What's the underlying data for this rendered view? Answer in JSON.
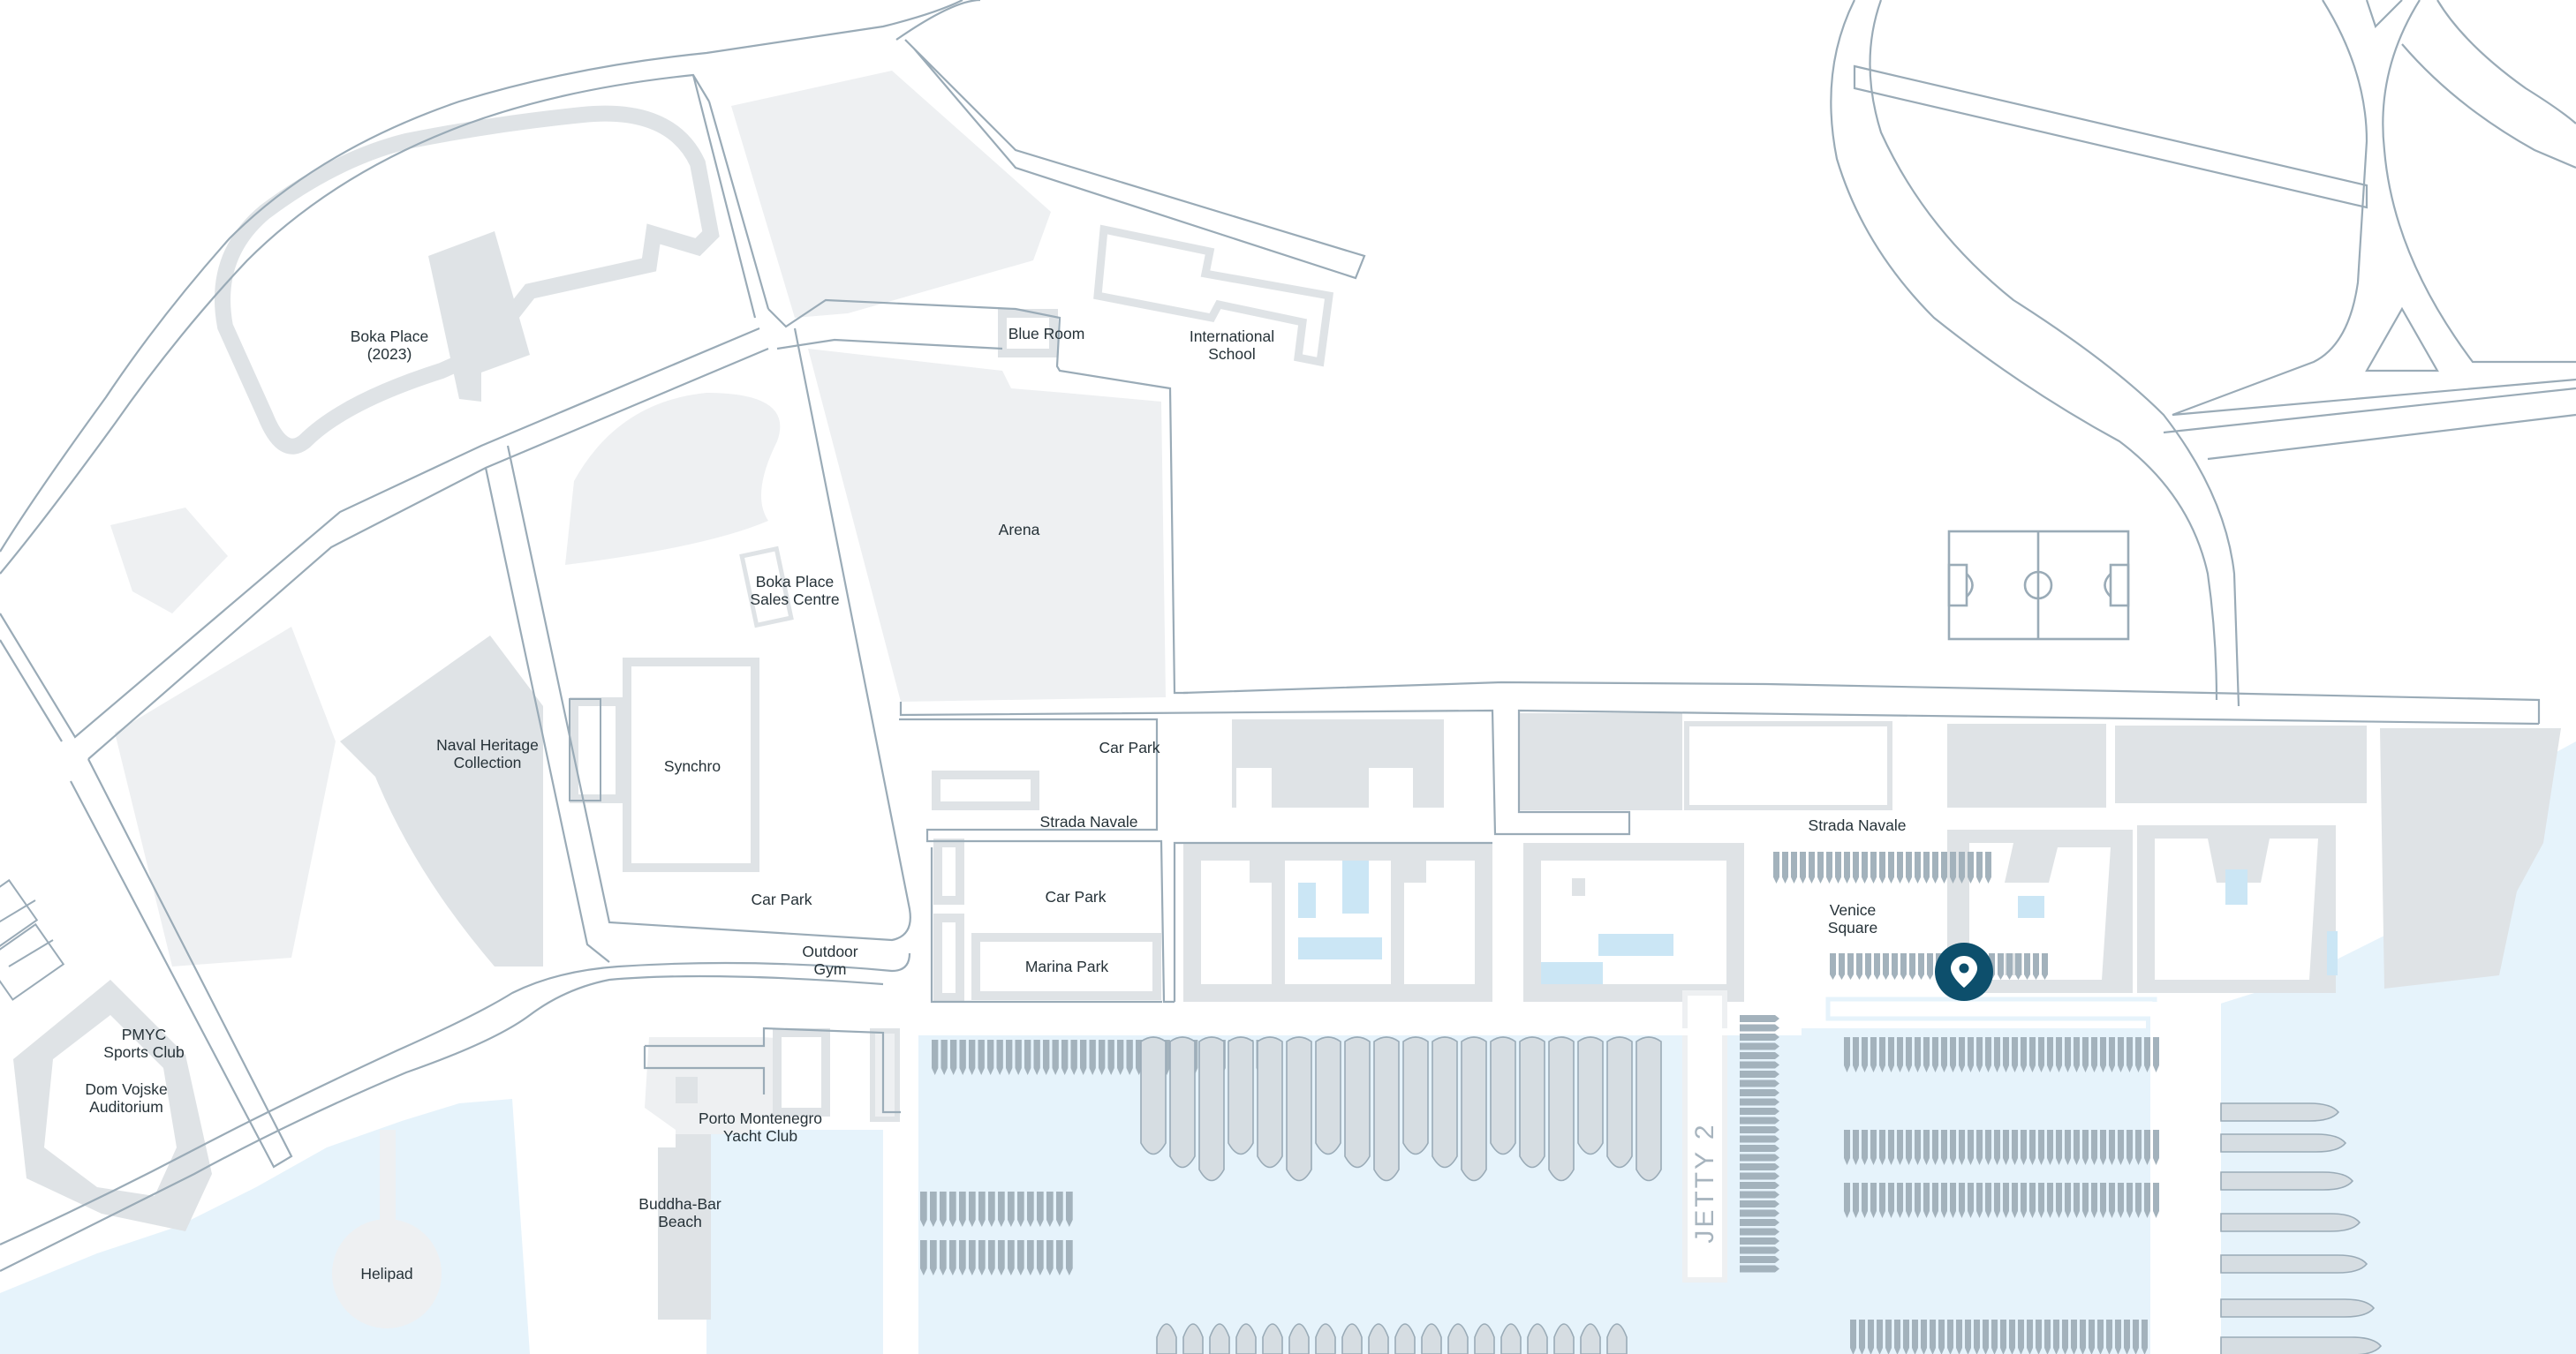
{
  "map": {
    "colors": {
      "background": "#ffffff",
      "roads": "#9aabb7",
      "buildings": "#dfe3e6",
      "water": "#e6f3fb",
      "marker": "#0d4f6c"
    },
    "labels": {
      "boka_place_1": "Boka Place",
      "boka_place_2": "(2023)",
      "blue_room": "Blue Room",
      "international_school_1": "International",
      "international_school_2": "School",
      "arena": "Arena",
      "boka_sales_1": "Boka Place",
      "boka_sales_2": "Sales Centre",
      "naval_heritage_1": "Naval Heritage",
      "naval_heritage_2": "Collection",
      "synchro": "Synchro",
      "car_park_left": "Car Park",
      "outdoor_gym_1": "Outdoor",
      "outdoor_gym_2": "Gym",
      "car_park_top": "Car Park",
      "strada_navale_1": "Strada Navale",
      "car_park_mid": "Car Park",
      "marina_park": "Marina Park",
      "strada_navale_2": "Strada Navale",
      "venice_square_1": "Venice",
      "venice_square_2": "Square",
      "pmyc_1": "PMYC",
      "pmyc_2": "Sports Club",
      "dom_vojske_1": "Dom Vojske",
      "dom_vojske_2": "Auditorium",
      "yacht_club_1": "Porto Montenegro",
      "yacht_club_2": "Yacht Club",
      "buddha_bar_1": "Buddha-Bar",
      "buddha_bar_2": "Beach",
      "helipad": "Helipad",
      "jetty_2": "JETTY 2"
    },
    "marker_icon": "location-pin-icon"
  }
}
